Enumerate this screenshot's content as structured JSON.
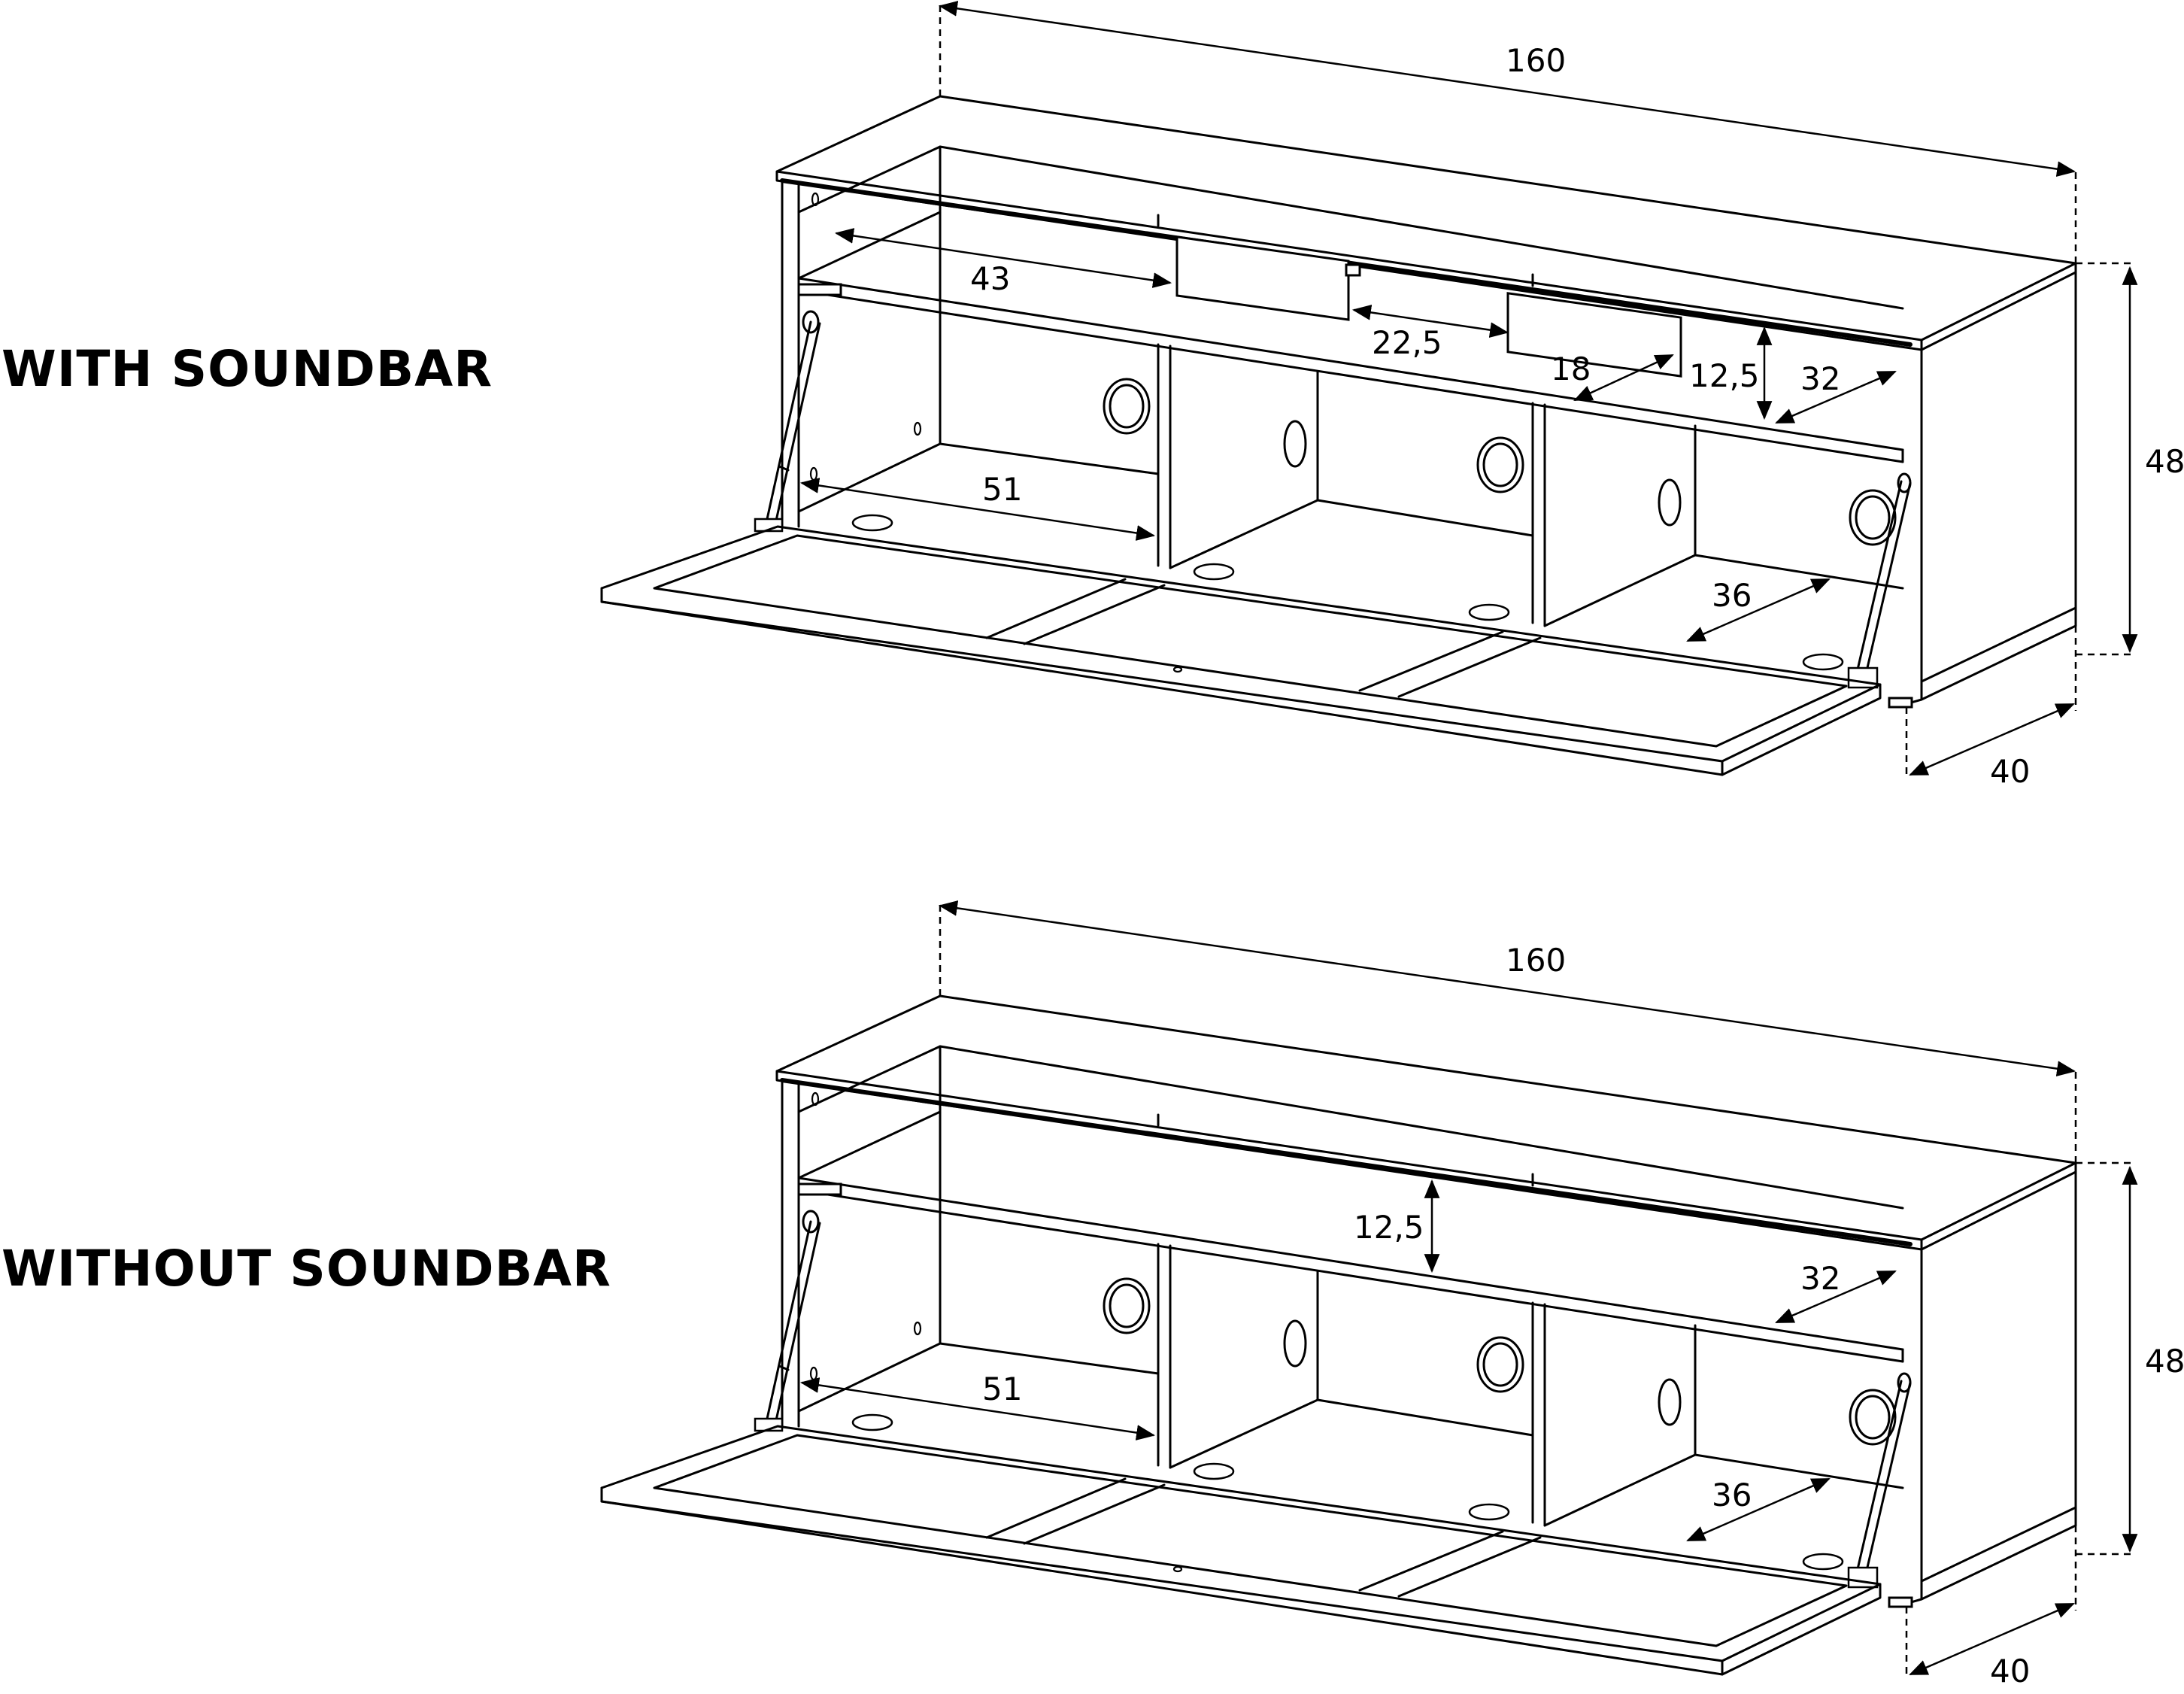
{
  "views": [
    {
      "heading": "WITH SOUNDBAR",
      "dims": {
        "width": "160",
        "height": "48",
        "depth": "40",
        "compartment_left": "51",
        "compartment_right": "36",
        "shelf_depth": "32",
        "shelf_gap": "12,5",
        "soundbar_left": "43",
        "soundbar_mid": "22,5",
        "soundbar_right": "18"
      }
    },
    {
      "heading": "WITHOUT SOUNDBAR",
      "dims": {
        "width": "160",
        "height": "48",
        "depth": "40",
        "compartment_left": "51",
        "compartment_right": "36",
        "shelf_depth": "32",
        "shelf_gap": "12,5"
      }
    }
  ],
  "units_note": ""
}
